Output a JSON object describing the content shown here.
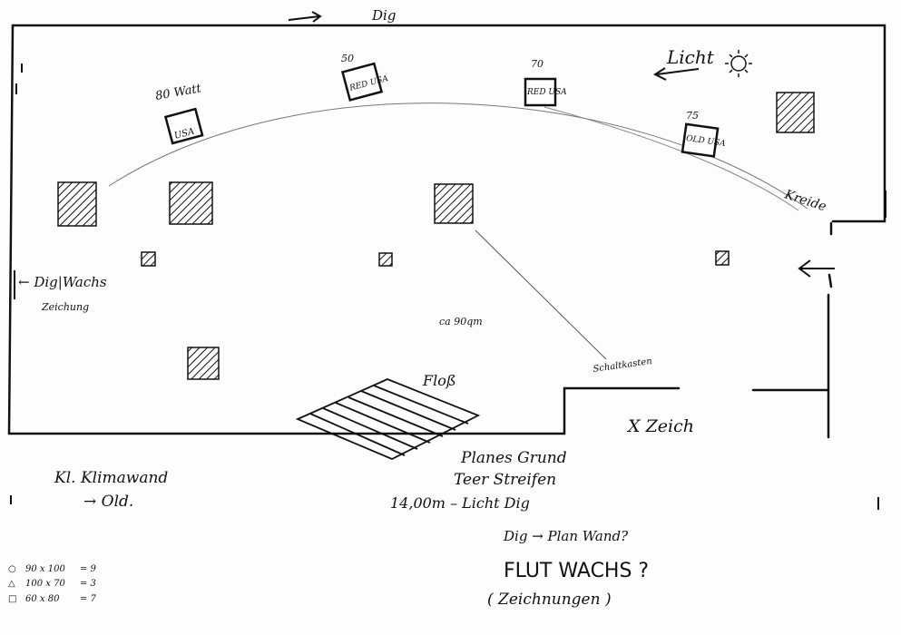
{
  "top_label": "Dig",
  "light_label": "Licht",
  "wattages": [
    "80 Watt",
    "50",
    "70",
    "75"
  ],
  "lamp_texts": [
    "USA",
    "RED USA",
    "RED USA",
    "OLD USA"
  ],
  "kreide_label": "Kreide",
  "dig_wachs": "← Dig|Wachs",
  "zeichnung_left": "Zeichung",
  "area_label": "ca 90qm",
  "schaltkasten": "Schaltkasten",
  "floss_label": "Floß",
  "zeich_label": "X Zeich",
  "notes": {
    "klimawand": "Kl. Klimawand",
    "old": "→ Old.",
    "planes_grund": "Planes Grund",
    "teer_streifen": "Teer Streifen",
    "licht_dig": "14,00m – Licht Dig",
    "dig_plan": "Dig  →  Plan Wand?",
    "flut_wachs": "FLUT WACHS ?",
    "zeichnungen": "( Zeichnungen )"
  },
  "legend": [
    {
      "symbol": "○",
      "size": "90 x 100",
      "count": "= 9"
    },
    {
      "symbol": "△",
      "size": "100 x 70",
      "count": "= 3"
    },
    {
      "symbol": "□",
      "size": "60 x 80",
      "count": "= 7"
    }
  ]
}
